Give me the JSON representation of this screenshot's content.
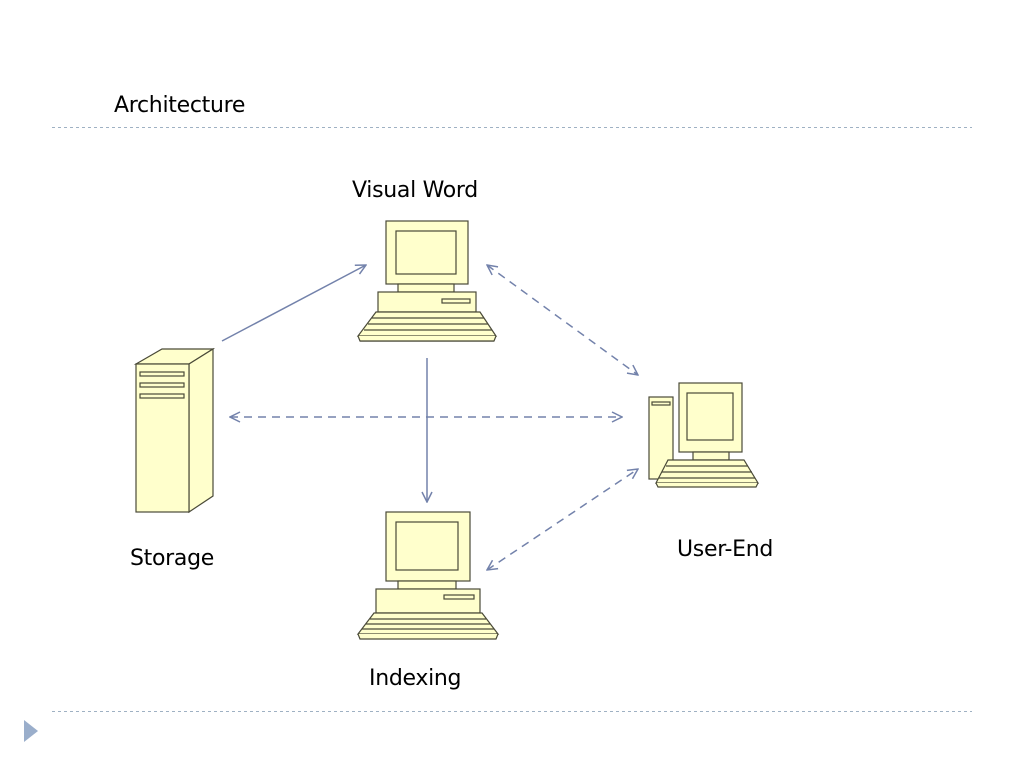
{
  "slide": {
    "title": "Architecture"
  },
  "nodes": {
    "visual_word": {
      "label": "Visual Word",
      "icon": "desktop-computer-icon"
    },
    "storage": {
      "label": "Storage",
      "icon": "server-tower-icon"
    },
    "user_end": {
      "label": "User-End",
      "icon": "desktop-computer-icon"
    },
    "indexing": {
      "label": "Indexing",
      "icon": "desktop-computer-icon"
    }
  },
  "edges": [
    {
      "from": "storage",
      "to": "visual_word",
      "style": "solid",
      "direction": "one-way"
    },
    {
      "from": "visual_word",
      "to": "indexing",
      "style": "solid",
      "direction": "one-way"
    },
    {
      "from": "visual_word",
      "to": "user_end",
      "style": "dashed",
      "direction": "two-way"
    },
    {
      "from": "storage",
      "to": "user_end",
      "style": "dashed",
      "direction": "two-way"
    },
    {
      "from": "indexing",
      "to": "user_end",
      "style": "dashed",
      "direction": "two-way"
    }
  ],
  "colors": {
    "device_fill": "#ffffcc",
    "device_stroke": "#4a4a38",
    "arrow": "#7382ab",
    "divider": "#9fb1c3",
    "bullet": "#9aaecb"
  }
}
